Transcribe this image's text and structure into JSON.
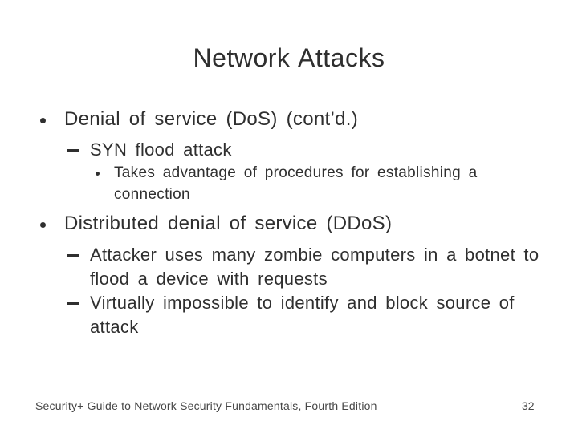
{
  "slide": {
    "title": "Network Attacks",
    "bullets": [
      {
        "level": 1,
        "text": "Denial of service (DoS) (cont’d.)"
      },
      {
        "level": 2,
        "text": "SYN flood attack"
      },
      {
        "level": 3,
        "text": "Takes advantage of procedures for establishing a connection"
      },
      {
        "level": 1,
        "text": "Distributed denial of service (DDoS)"
      },
      {
        "level": 2,
        "text": "Attacker uses many zombie computers in a botnet to flood a device with requests"
      },
      {
        "level": 2,
        "text": "Virtually impossible to identify and block source of attack"
      }
    ],
    "footer": {
      "book": "Security+ Guide to Network Security Fundamentals, Fourth Edition",
      "page": "32"
    },
    "colors": {
      "background": "#ffffff",
      "text": "#2f2f2f",
      "footer_text": "#474747"
    }
  }
}
